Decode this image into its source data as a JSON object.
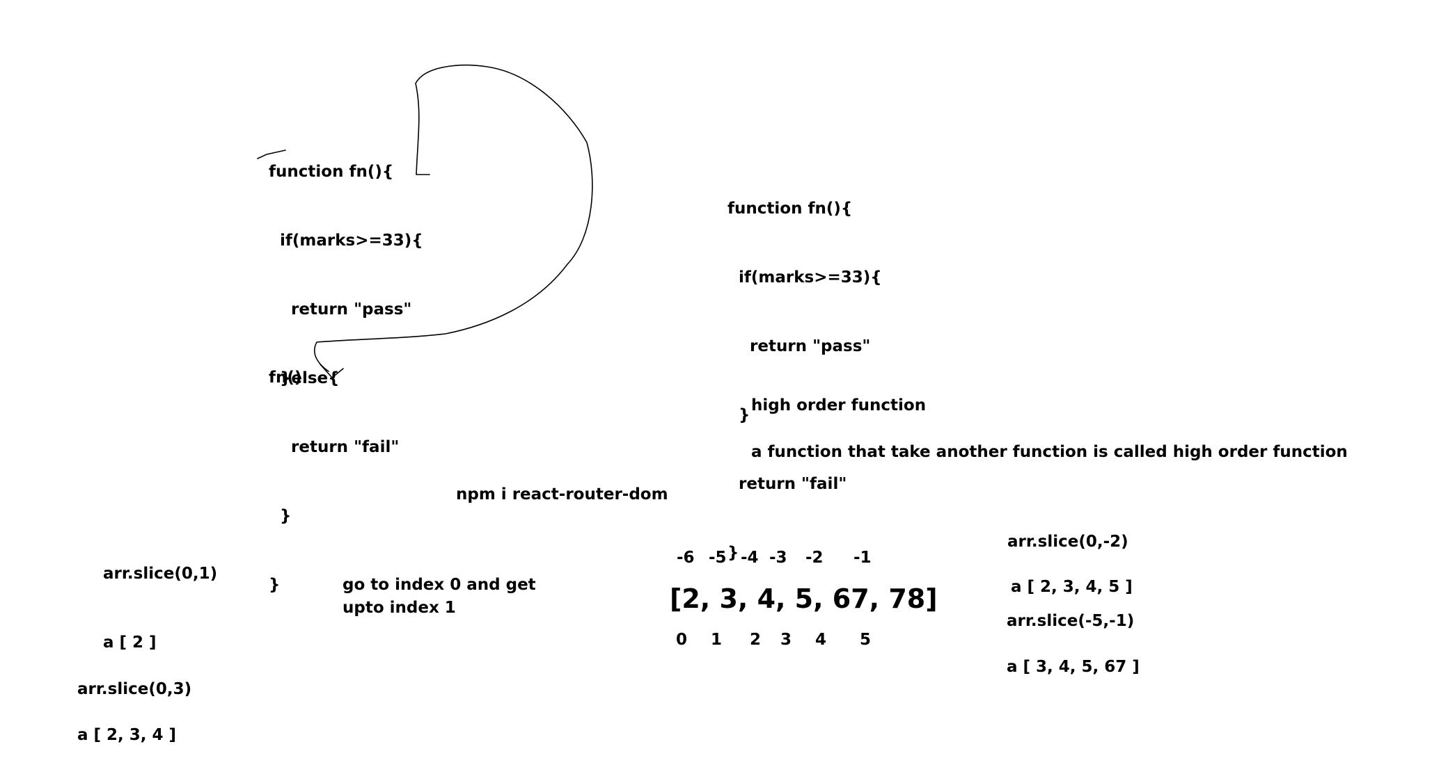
{
  "code_left": {
    "lines": [
      "function fn(){",
      "  if(marks>=33){",
      "    return \"pass\"",
      "  }else{",
      "    return \"fail\"",
      "  }",
      "}"
    ]
  },
  "call_label": "fn()",
  "code_right": {
    "lines": [
      "function fn(){",
      "  if(marks>=33){",
      "    return \"pass\"",
      "  }",
      "  return \"fail\"",
      "}"
    ]
  },
  "hof": {
    "title": "high order function",
    "definition": "a function that take another function is called high order function"
  },
  "npm_command": "npm i react-router-dom",
  "slice_left": {
    "expr1": "arr.slice(0,1)",
    "result1": "a [ 2 ]",
    "expr2": "arr.slice(0,3)",
    "result2": "a [ 2, 3, 4 ]"
  },
  "explanation": {
    "line1": "go to index 0 and get",
    "line2": "upto index 1"
  },
  "array_diagram": {
    "negative_indices": [
      "-6",
      "-5",
      "-4",
      "-3",
      "-2",
      "-1"
    ],
    "array_literal": "[2, 3, 4, 5, 67, 78]",
    "positive_indices": [
      "0",
      "1",
      "2",
      "3",
      "4",
      "5"
    ]
  },
  "slice_right": {
    "expr1": "arr.slice(0,-2)",
    "result1": "a [ 2, 3, 4, 5 ]",
    "expr2": "arr.slice(-5,-1)",
    "result2": "a [ 3, 4, 5, 67 ]"
  },
  "colors": {
    "background": "#ffffff",
    "ink": "#000000"
  }
}
